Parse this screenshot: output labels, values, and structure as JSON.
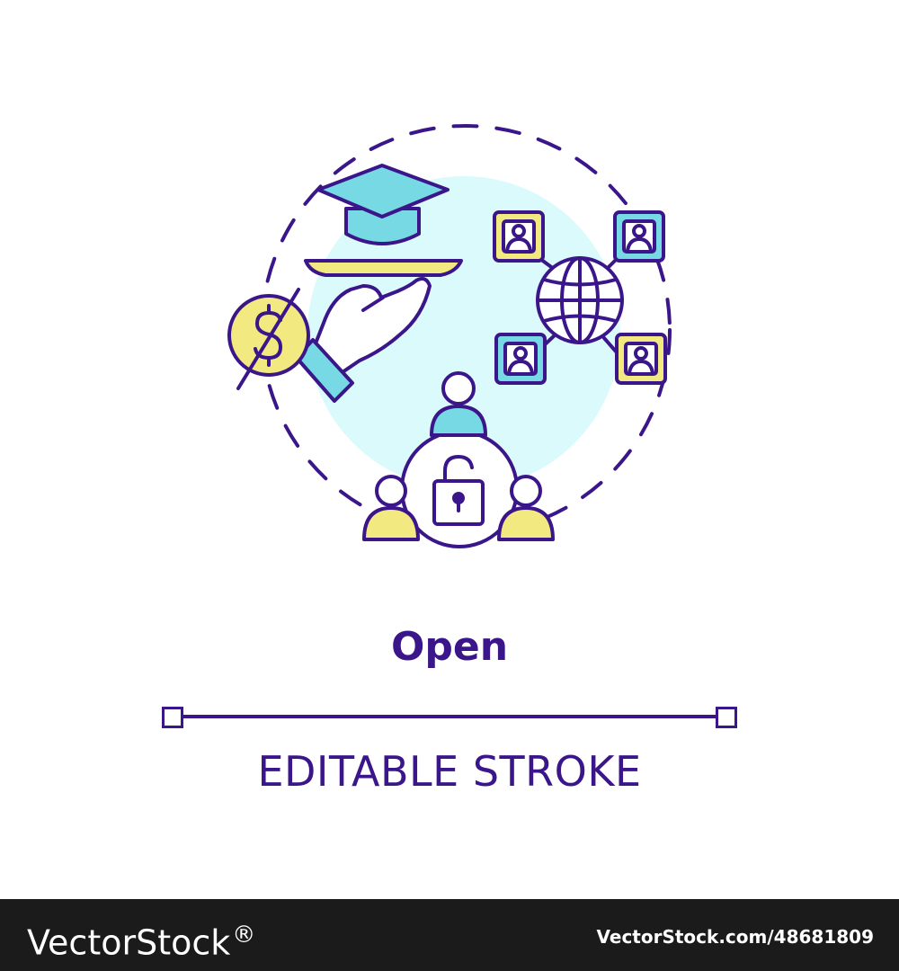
{
  "title": "Open",
  "subtitle": "EDITABLE STROKE",
  "footer": {
    "brand": "VectorStock",
    "brand_mark": "®",
    "credit": "VectorStock.com/48681809"
  },
  "colors": {
    "outline": "#3a168a",
    "fill_cyan": "#76d9e3",
    "fill_yellow": "#f2ea80",
    "backdrop": "#dbfafb",
    "footer_bg": "#1b1b1b"
  },
  "icons": [
    "graduation-cap-icon",
    "serving-tray-icon",
    "hand-icon",
    "no-dollar-icon",
    "globe-icon",
    "user-profile-icon",
    "team-icon",
    "unlocked-padlock-icon"
  ]
}
